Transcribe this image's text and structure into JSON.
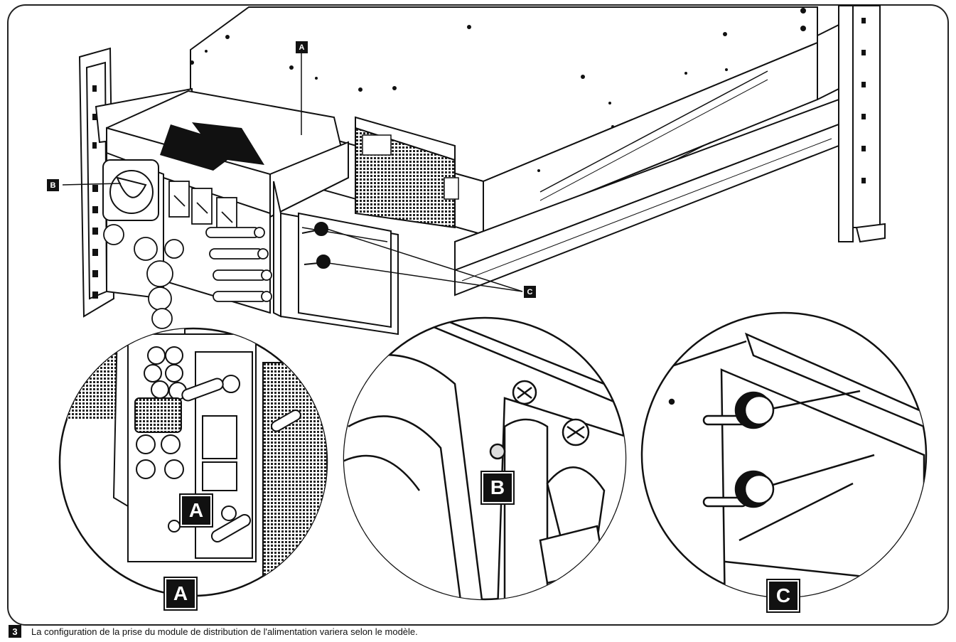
{
  "callouts": {
    "a_small": "A",
    "b_small": "B",
    "c_small": "C",
    "a_inset_inner": "A",
    "a_inset_outer": "A",
    "b_inset": "B",
    "c_inset": "C"
  },
  "step_number": "3",
  "caption": "La configuration de la prise du module de distribution de l'alimentation variera selon le modèle.",
  "colors": {
    "line": "#111111",
    "fill": "#ffffff",
    "shade": "#444444"
  }
}
